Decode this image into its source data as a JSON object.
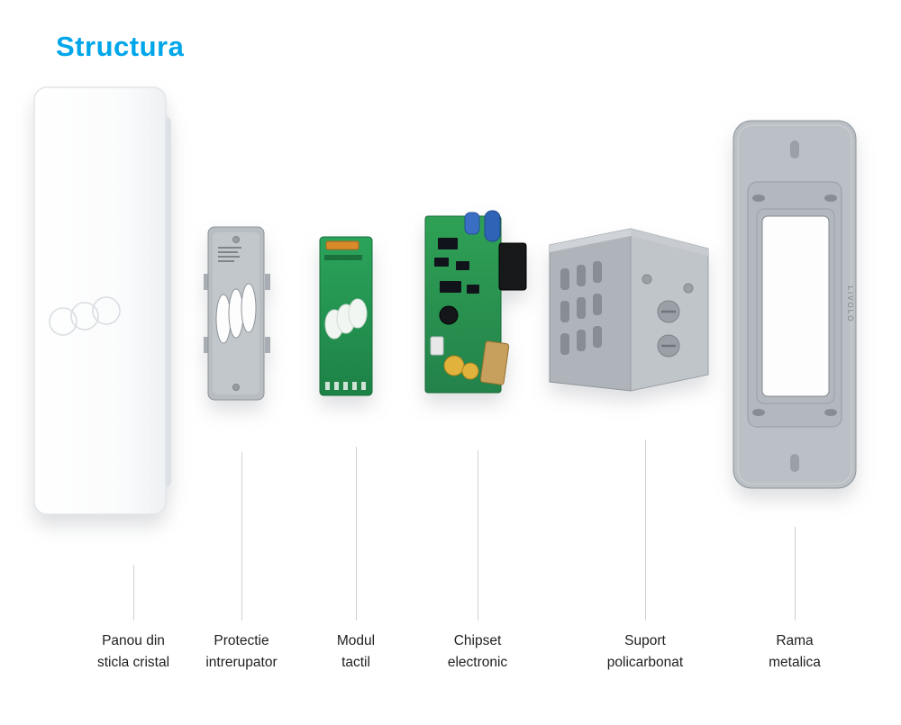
{
  "page": {
    "title": "Structura"
  },
  "colors": {
    "accent": "#00a6ea",
    "label_text": "#1f1f1f",
    "connector_line": "#cdd1d5",
    "pcb_green": "#2f9e54",
    "plastic_gray": "#b6bbc1",
    "metal_gray": "#bac0c5",
    "capacitor_blue": "#2f63b5",
    "capacitor_yellow": "#e2b33c",
    "terminal_brass": "#c8a05e"
  },
  "brand_marking": "LIVOLO",
  "components": [
    {
      "id": "glass-panel",
      "lines": [
        "Panou din",
        "sticla cristal"
      ]
    },
    {
      "id": "switch-protection",
      "lines": [
        "Protectie",
        "intrerupator"
      ]
    },
    {
      "id": "touch-module",
      "lines": [
        "Modul",
        "tactil"
      ]
    },
    {
      "id": "electronic-chipset",
      "lines": [
        "Chipset",
        "electronic"
      ]
    },
    {
      "id": "polycarbonate-support",
      "lines": [
        "Suport",
        "policarbonat"
      ]
    },
    {
      "id": "metal-frame",
      "lines": [
        "Rama",
        "metalica"
      ]
    }
  ]
}
